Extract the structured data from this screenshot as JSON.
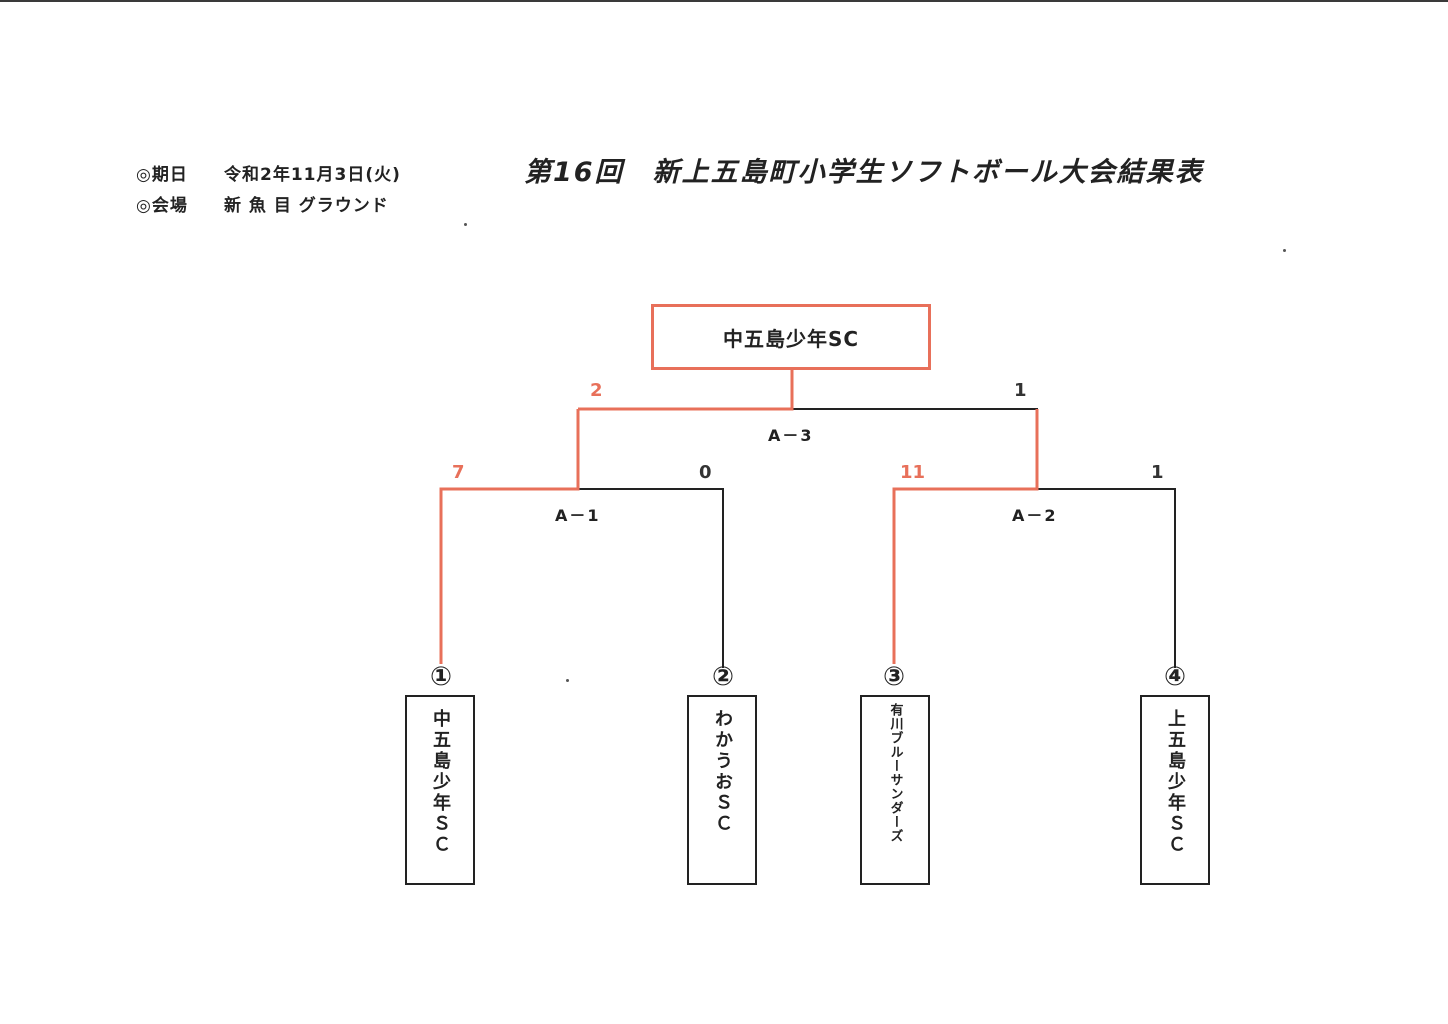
{
  "header": {
    "date_label": "◎期日",
    "date_value": "令和2年11月3日(火)",
    "venue_label": "◎会場",
    "venue_value": "新 魚 目 グラウンド",
    "title": "第16回　新上五島町小学生ソフトボール大会結果表"
  },
  "champion": "中五島少年SC",
  "matches": {
    "a1": {
      "label": "A－1",
      "left_score": "7",
      "right_score": "0"
    },
    "a2": {
      "label": "A－2",
      "left_score": "11",
      "right_score": "1"
    },
    "a3": {
      "label": "A－3",
      "left_score": "2",
      "right_score": "1"
    }
  },
  "teams": [
    {
      "seed": "①",
      "name": "中五島少年ＳＣ"
    },
    {
      "seed": "②",
      "name": "わかうおＳＣ"
    },
    {
      "seed": "③",
      "name": "有川ブルーサンダーズ"
    },
    {
      "seed": "④",
      "name": "上五島少年ＳＣ"
    }
  ],
  "colors": {
    "winner": "#e8705a",
    "line": "#222222"
  }
}
